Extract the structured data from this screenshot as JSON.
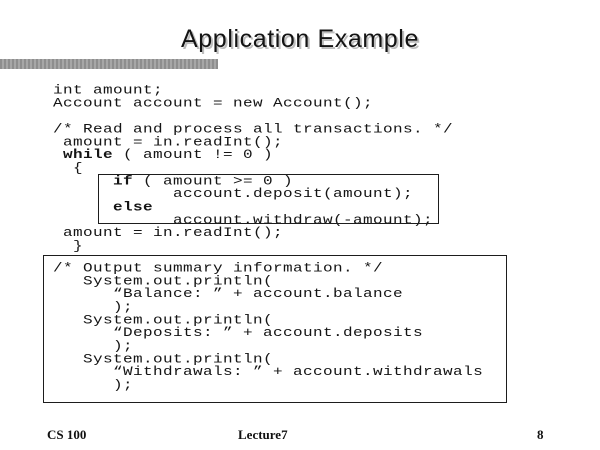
{
  "title": "Application Example",
  "bold_keywords": [
    "while",
    "if",
    "else"
  ],
  "code_main": {
    "lines": [
      "int amount;",
      "Account account = new Account();",
      "",
      "/* Read and process all transactions. */",
      " amount = in.readInt();",
      " while ( amount != 0 )",
      "  {",
      "      if ( amount >= 0 )",
      "            account.deposit(amount);",
      "      else",
      "            account.withdraw(-amount);",
      " amount = in.readInt();",
      "  }"
    ]
  },
  "code_summary": {
    "lines": [
      "/* Output summary information. */",
      "   System.out.println(",
      "      “Balance: ” + account.balance",
      "      );",
      "   System.out.println(",
      "      “Deposits: ” + account.deposits",
      "      );",
      "   System.out.println(",
      "      “Withdrawals: ” + account.withdrawals",
      "      );"
    ]
  },
  "footer": {
    "course": "CS 100",
    "lecture": "Lecture7",
    "page": "8"
  }
}
